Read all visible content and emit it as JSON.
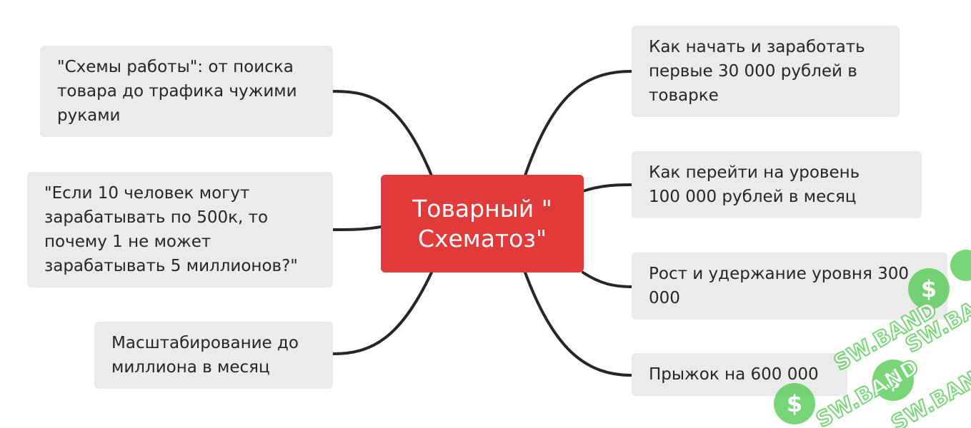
{
  "central_topic": "Товарный \"\nСхематоз\"",
  "left_topics": [
    "\"Схемы работы\": от поиска\nтовара до трафика чужими\nруками",
    "\"Если 10 человек могут\nзарабатывать по 500к, то\nпочему 1 не может\nзарабатывать 5 миллионов?\"",
    "Масштабирование до\nмиллиона в месяц"
  ],
  "right_topics": [
    "Как начать и заработать\nпервые 30 000 рублей в\nтоварке",
    "Как перейти на уровень\n100 000 рублей в месяц",
    "Рост и удержание уровня 300\n000",
    "Прыжок на 600 000"
  ],
  "watermark_text": "SW.BAND",
  "colors": {
    "central_fill": "#e03a3a",
    "topic_fill": "#ebebeb",
    "connector": "#262626",
    "watermark_green": "#4cc94c"
  }
}
